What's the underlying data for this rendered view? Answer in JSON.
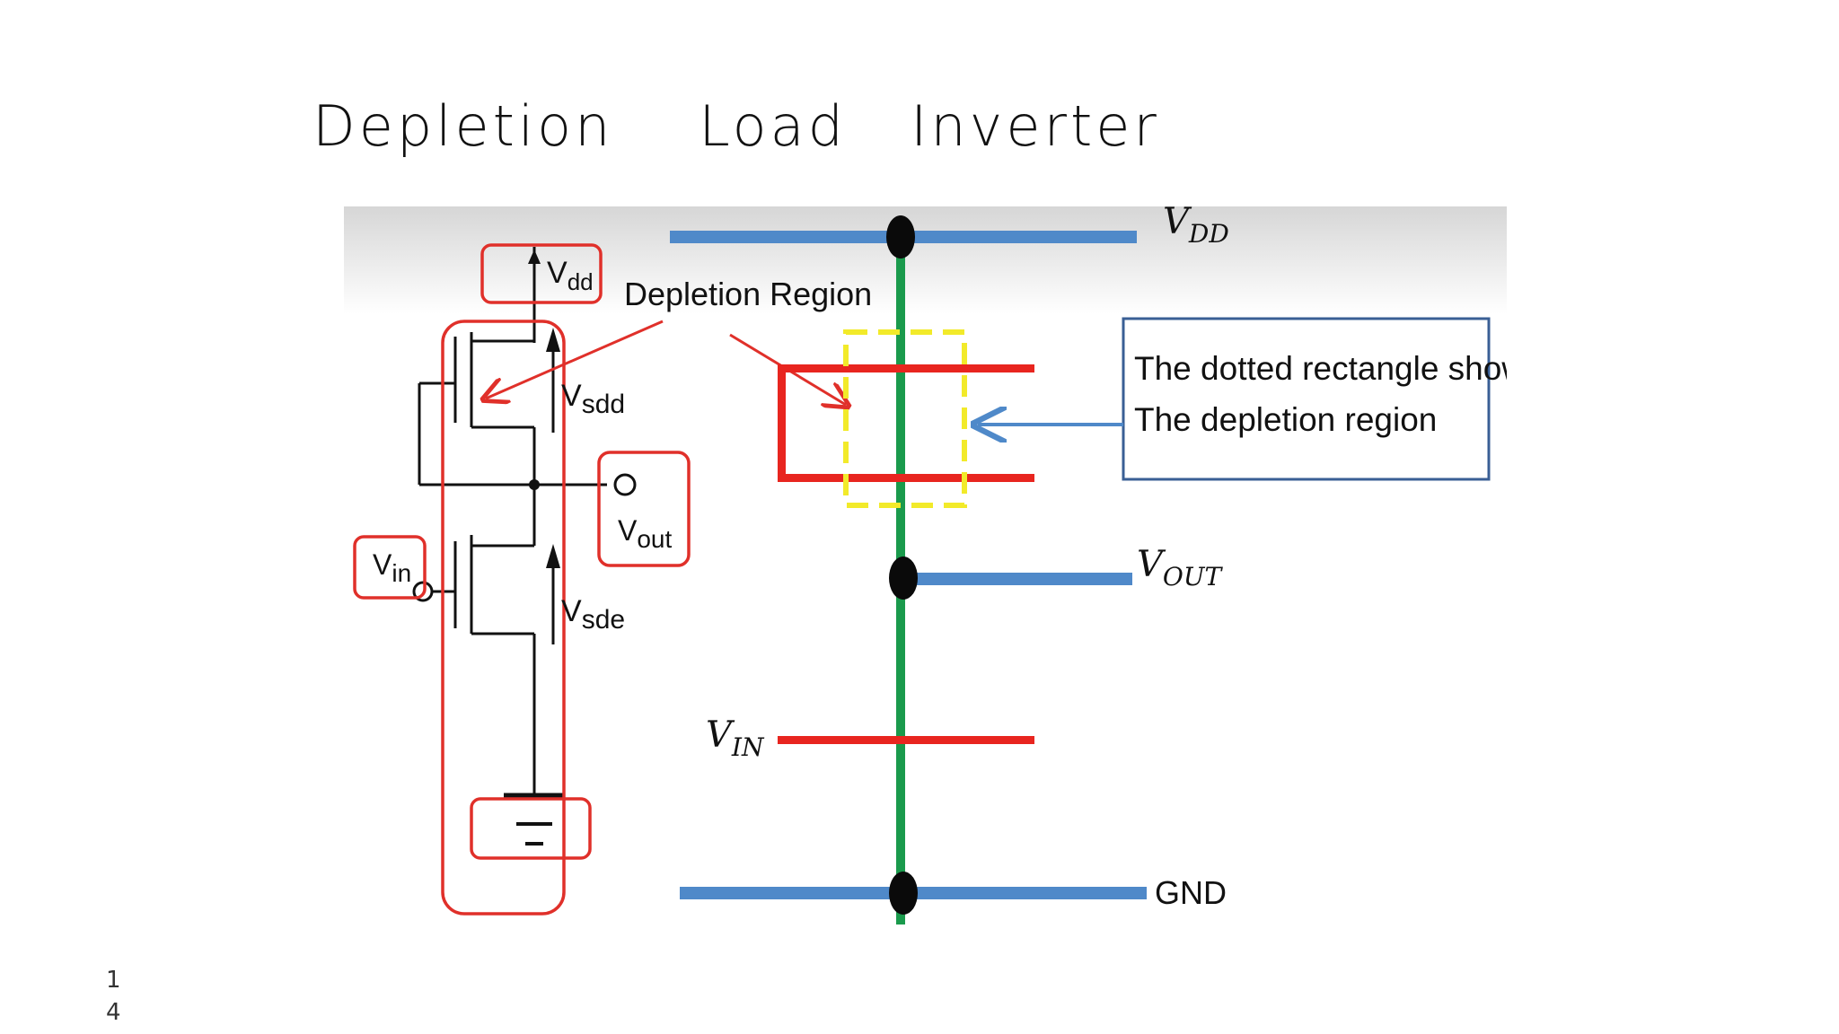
{
  "slide": {
    "title": "Depletion    Load   Inverter",
    "page_number": [
      "1",
      "4"
    ]
  },
  "diagram": {
    "circuit_labels": {
      "vdd": {
        "main": "V",
        "sub": "dd"
      },
      "vsdd": {
        "main": "V",
        "sub": "sdd"
      },
      "vout": {
        "main": "V",
        "sub": "out"
      },
      "vin": {
        "main": "V",
        "sub": "in"
      },
      "vsde": {
        "main": "V",
        "sub": "sde"
      }
    },
    "depletion_region_label": "Depletion Region",
    "stick_labels": {
      "vdd": {
        "main": "V",
        "sub": "DD"
      },
      "vout": {
        "main": "V",
        "sub": "OUT"
      },
      "vin": {
        "main": "V",
        "sub": "IN"
      },
      "gnd": "GND"
    },
    "note_box": {
      "line1": "The dotted rectangle shows",
      "line2": "The depletion region"
    },
    "colors": {
      "metal_blue": "#4f89c9",
      "diffusion_green": "#1a9a4c",
      "poly_red": "#e8251f",
      "depletion_yellow": "#f2ea2a",
      "annotation_red": "#e0302a",
      "note_border": "#3a5f95"
    }
  }
}
